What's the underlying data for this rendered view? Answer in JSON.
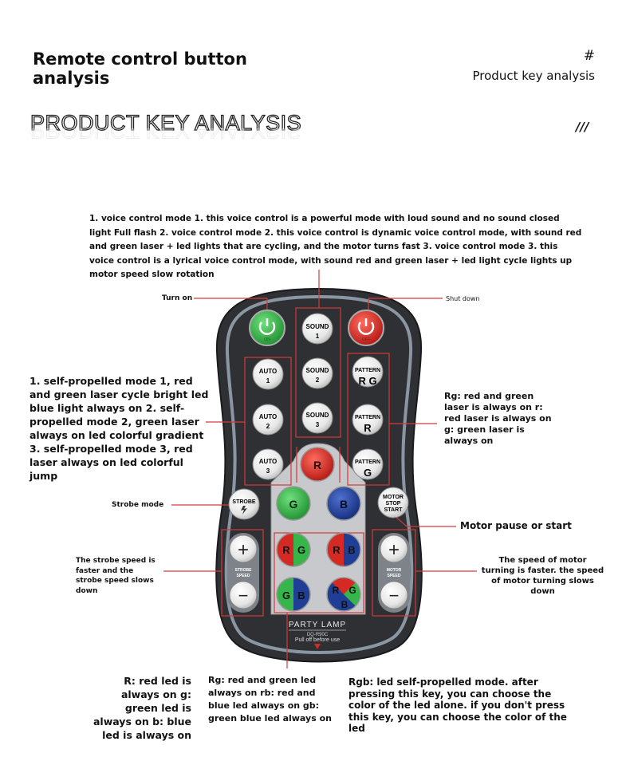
{
  "header": {
    "title": "Remote control button analysis",
    "hash": "#",
    "subtitle": "Product key analysis",
    "big_heading": "PRODUCT KEY ANALYSIS",
    "slashes": "///"
  },
  "description": "1. voice control mode 1. this voice control is a powerful mode with loud sound and no sound closed light Full flash 2. voice control mode 2. this voice control is dynamic voice control mode, with sound red and green laser + led lights that are cycling, and the motor turns fast 3. voice control mode 3. this voice control is a lyrical voice control mode, with sound red and green laser + led light cycle lights up motor speed slow rotation",
  "callouts": {
    "turn_on": "Turn on",
    "shut_down": "Shut down",
    "auto_modes": "1. self-propelled mode 1, red and green laser cycle bright led blue light always on 2. self-propelled mode 2, green laser always on led colorful gradient 3. self-propelled mode 3, red laser always on led colorful jump",
    "pattern_modes": "Rg: red and green laser is always on r: red laser is always on g: green laser is always on",
    "strobe_mode": "Strobe mode",
    "motor_pause": "Motor pause or start",
    "strobe_speed": "The strobe speed is faster and the strobe speed slows down",
    "motor_speed": "The speed of motor turning is faster. the speed of motor turning slows down",
    "single_leds": "R: red led is always on g: green led is always on b: blue led is always on",
    "combo_leds": "Rg: red and green led always on rb: red and blue led always on gb: green blue led always on",
    "rgb_mode": "Rgb: led self-propelled mode. after pressing this key, you can choose the color of the led alone. if you don't press this key, you can choose the color of the led"
  },
  "remote": {
    "on_label": "ON",
    "off_label": "OFF",
    "sound": [
      "SOUND",
      "1",
      "2",
      "3"
    ],
    "auto": [
      "AUTO",
      "1",
      "2",
      "3"
    ],
    "pattern": [
      "PATTERN",
      "R G",
      "R",
      "G"
    ],
    "color_r": "R",
    "color_g": "G",
    "color_b": "B",
    "strobe": "STROBE",
    "strobe_speed": [
      "STROBE",
      "SPEED"
    ],
    "motor": [
      "MOTOR",
      "STOP",
      "START"
    ],
    "motor_speed": [
      "MOTOR",
      "SPEED"
    ],
    "plus": "+",
    "minus": "−",
    "brand": "PARTY LAMP",
    "model": "DQ-R90C",
    "pull": "Pull off before use"
  },
  "colors": {
    "red": "#d42a23",
    "green": "#36b54a",
    "blue": "#1f3e96",
    "callout_line": "#d33a3a",
    "body": "#2e3033"
  }
}
